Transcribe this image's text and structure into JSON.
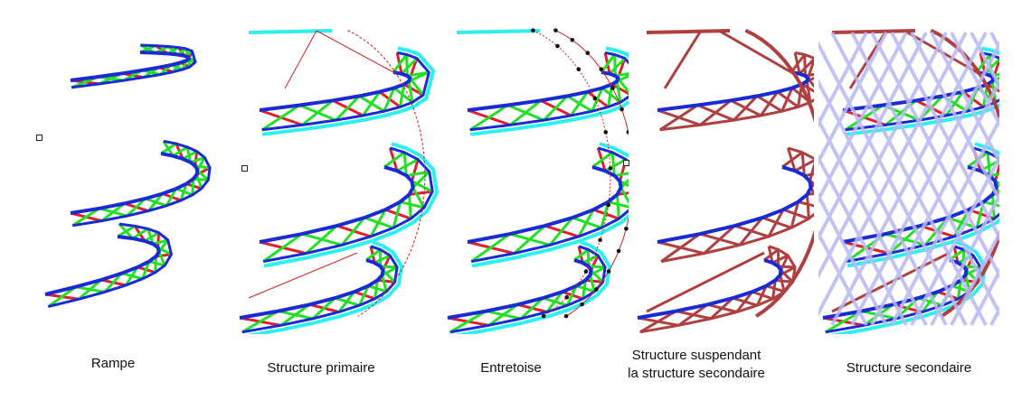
{
  "colors": {
    "chord": "#1a2bd6",
    "diagonal_a": "#22e022",
    "diagonal_b": "#e0202a",
    "brace": "#2ef0f0",
    "cable": "#d42020",
    "steel": "#b04040",
    "lattice": "#b9b9f2",
    "node": "#111111"
  },
  "panels": [
    {
      "caption": "Rampe",
      "stage": "rampe"
    },
    {
      "caption": "Structure primaire",
      "stage": "primaire"
    },
    {
      "caption": "Entretoise",
      "stage": "entretoise"
    },
    {
      "caption_line1": "Structure suspendant",
      "caption_line2": "la structure secondaire",
      "stage": "suspendant"
    },
    {
      "caption": "Structure secondaire",
      "stage": "secondaire"
    }
  ]
}
